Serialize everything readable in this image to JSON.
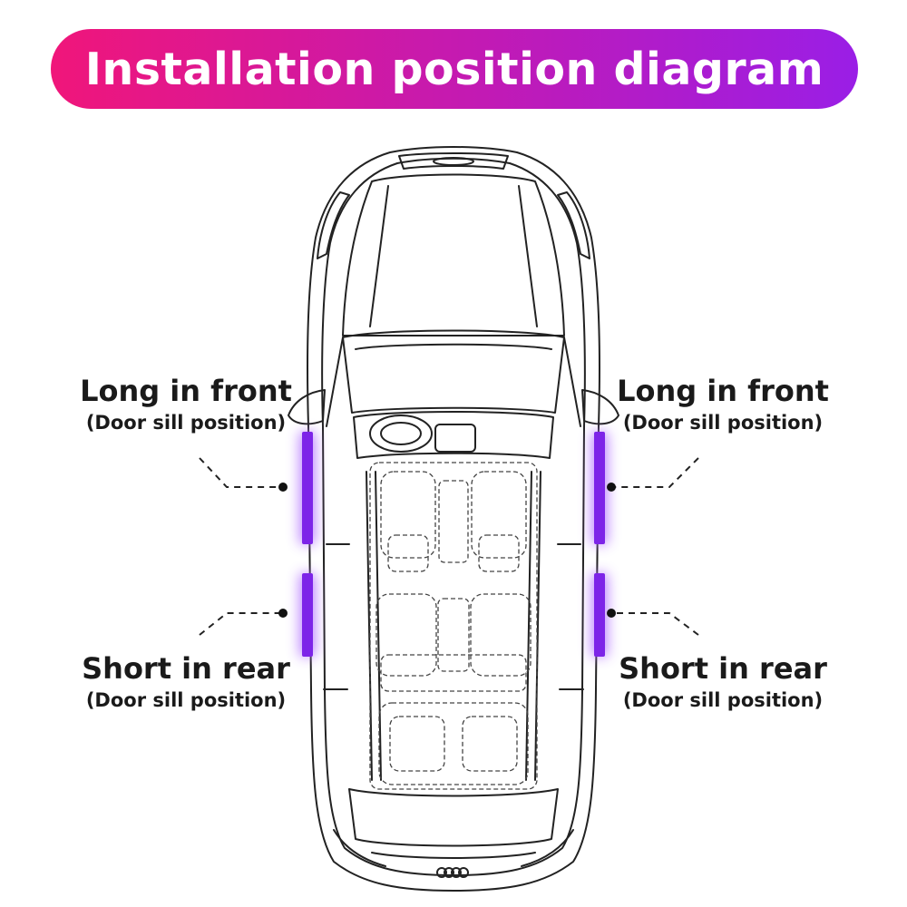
{
  "header": {
    "title": "Installation position diagram",
    "gradient_start": "#f0167a",
    "gradient_end": "#9a1ee6"
  },
  "labels": {
    "front_left": {
      "main": "Long in front",
      "sub": "(Door sill position)"
    },
    "front_right": {
      "main": "Long in front",
      "sub": "(Door sill position)"
    },
    "rear_left": {
      "main": "Short in rear",
      "sub": "(Door sill position)"
    },
    "rear_right": {
      "main": "Short in rear",
      "sub": "(Door sill position)"
    }
  },
  "colors": {
    "light_strip": "#7d24e8",
    "glow": "#b77cff",
    "line": "#222222"
  }
}
